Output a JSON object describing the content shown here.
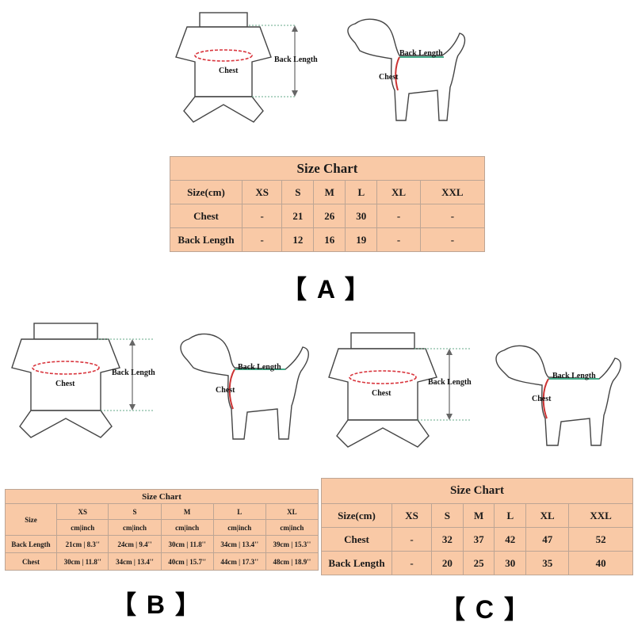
{
  "section_a": {
    "label": "【 A 】",
    "diagram": {
      "back_length": "Back Length",
      "chest": "Chest",
      "dog_back_length": "Back Length",
      "dog_chest": "Chest"
    },
    "table": {
      "title": "Size Chart",
      "header": [
        "Size(cm)",
        "XS",
        "S",
        "M",
        "L",
        "XL",
        "XXL"
      ],
      "rows": [
        [
          "Chest",
          "-",
          "21",
          "26",
          "30",
          "-",
          "-"
        ],
        [
          "Back Length",
          "-",
          "12",
          "16",
          "19",
          "-",
          "-"
        ]
      ]
    }
  },
  "section_b": {
    "label": "【 B 】",
    "diagram": {
      "back_length": "Back Length",
      "chest": "Chest",
      "dog_back_length": "Back Length",
      "dog_chest": "Chest"
    },
    "table": {
      "title": "Size Chart",
      "size_label": "Size",
      "sizes": [
        "XS",
        "S",
        "M",
        "L",
        "XL"
      ],
      "unit_label": "cm|inch",
      "rows": [
        [
          "Back Length",
          "21cm | 8.3''",
          "24cm | 9.4''",
          "30cm | 11.8''",
          "34cm | 13.4''",
          "39cm | 15.3''"
        ],
        [
          "Chest",
          "30cm | 11.8''",
          "34cm | 13.4''",
          "40cm | 15.7''",
          "44cm | 17.3''",
          "48cm | 18.9''"
        ]
      ]
    }
  },
  "section_c": {
    "label": "【 C 】",
    "diagram": {
      "back_length": "Back Length",
      "chest": "Chest",
      "dog_back_length": "Back Length",
      "dog_chest": "Chest"
    },
    "table": {
      "title": "Size Chart",
      "header": [
        "Size(cm)",
        "XS",
        "S",
        "M",
        "L",
        "XL",
        "XXL"
      ],
      "rows": [
        [
          "Chest",
          "-",
          "32",
          "37",
          "42",
          "47",
          "52"
        ],
        [
          "Back Length",
          "-",
          "20",
          "25",
          "30",
          "35",
          "40"
        ]
      ]
    }
  }
}
